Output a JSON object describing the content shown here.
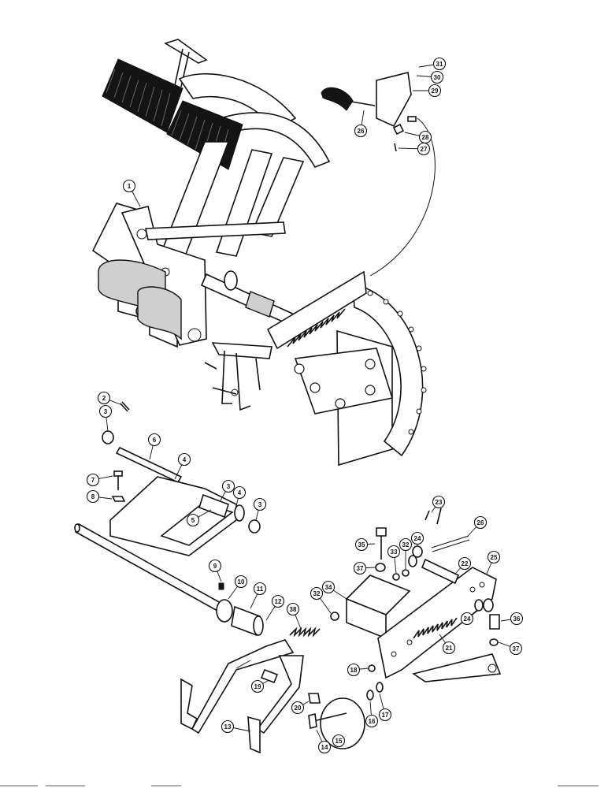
{
  "diagram": {
    "callouts": [
      "1",
      "2",
      "3",
      "3",
      "3",
      "4",
      "4",
      "5",
      "6",
      "7",
      "8",
      "9",
      "10",
      "11",
      "12",
      "13",
      "14",
      "15",
      "16",
      "17",
      "18",
      "19",
      "20",
      "21",
      "22",
      "23",
      "24",
      "24",
      "25",
      "26",
      "26",
      "27",
      "28",
      "29",
      "30",
      "31",
      "32",
      "32",
      "33",
      "34",
      "35",
      "36",
      "37",
      "37",
      "38"
    ]
  }
}
